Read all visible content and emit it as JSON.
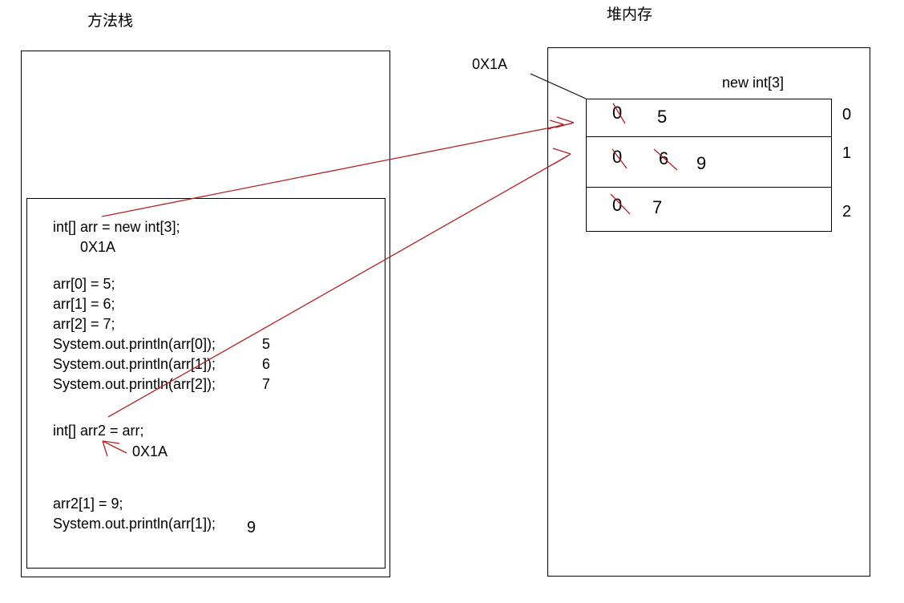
{
  "colors": {
    "annotation_red": "#b22222",
    "line_black": "#000000"
  },
  "stack": {
    "title": "方法栈",
    "code": {
      "decl_arr": "int[] arr = new int[3];",
      "arr_address": "0X1A",
      "assign_0": "arr[0] = 5;",
      "assign_1": "arr[1] = 6;",
      "assign_2": "arr[2] = 7;",
      "print_0": "System.out.println(arr[0]);",
      "print_0_output": "5",
      "print_1": "System.out.println(arr[1]);",
      "print_1_output": "6",
      "print_2": "System.out.println(arr[2]);",
      "print_2_output": "7",
      "decl_arr2": "int[] arr2 = arr;",
      "arr2_address": "0X1A",
      "assign_arr2_1": "arr2[1] = 9;",
      "print_after": "System.out.println(arr[1]);",
      "print_after_output": "9"
    }
  },
  "heap": {
    "title": "堆内存",
    "address_label": "0X1A",
    "array_label": "new int[3]",
    "cells": [
      {
        "initial": "0",
        "value": "5",
        "index": "0"
      },
      {
        "initial": "0",
        "overwritten": "6",
        "value": "9",
        "index": "1"
      },
      {
        "initial": "0",
        "value": "7",
        "index": "2"
      }
    ]
  }
}
